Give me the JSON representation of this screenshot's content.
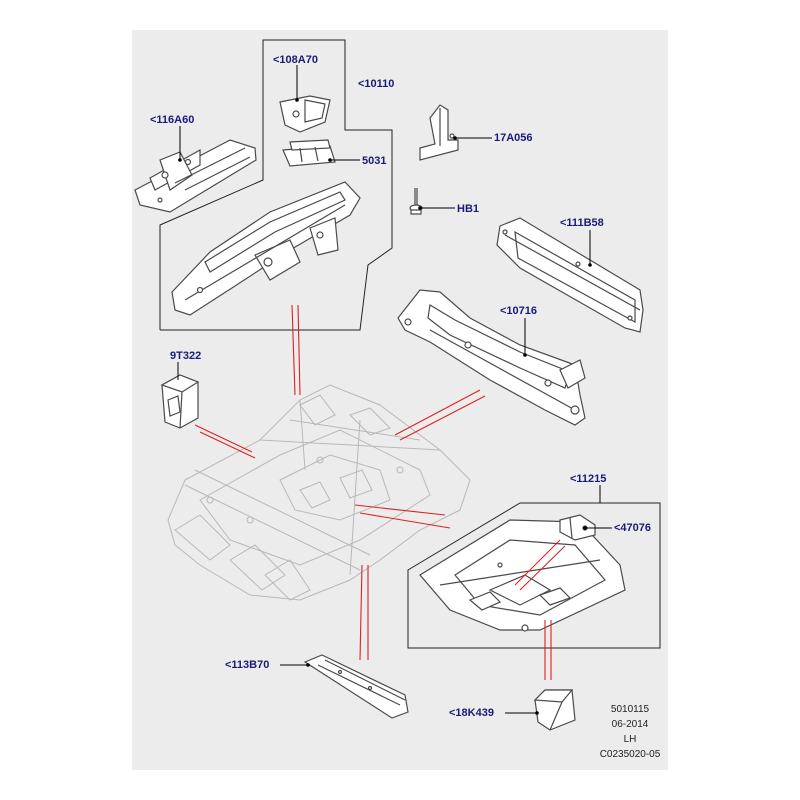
{
  "colors": {
    "panel_background": "#ececec",
    "callout_text": "#1a1a7a",
    "leader_line": "#000000",
    "pointer_line": "#e02020",
    "part_line": "#4a4a4a",
    "ghost_line": "#b8b8b8"
  },
  "callouts": {
    "p108A70": "<108A70",
    "p10110": "<10110",
    "p116A60": "<116A60",
    "p5031": "5031",
    "p17A056": "17A056",
    "pHB1": "HB1",
    "p111B58": "<111B58",
    "p10716": "<10716",
    "p9T322": "9T322",
    "p11215": "<11215",
    "p47076": "<47076",
    "p113B70": "<113B70",
    "p18K439": "<18K439"
  },
  "info_block": {
    "line1": "5010115",
    "line2": "06-2014",
    "line3": "LH",
    "line4": "C0235020-05"
  }
}
